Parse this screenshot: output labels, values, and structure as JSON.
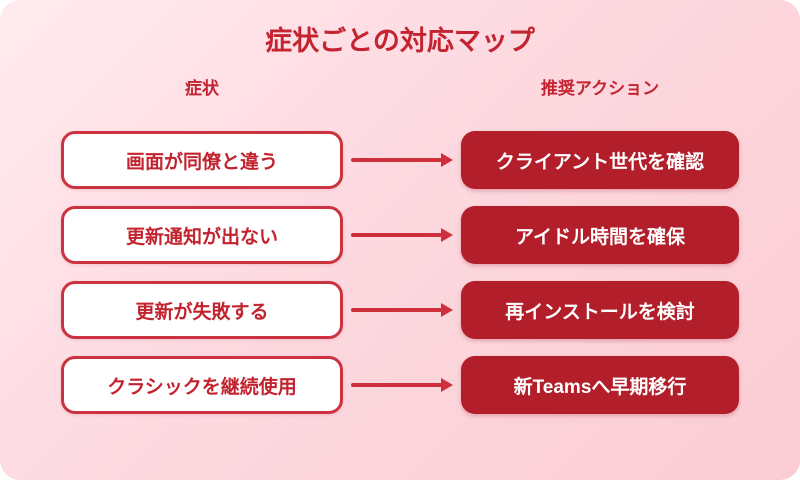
{
  "title": "症状ごとの対応マップ",
  "columns": {
    "left": "症状",
    "right": "推奨アクション"
  },
  "rows": [
    {
      "symptom": "画面が同僚と違う",
      "action": "クライアント世代を確認"
    },
    {
      "symptom": "更新通知が出ない",
      "action": "アイドル時間を確保"
    },
    {
      "symptom": "更新が失敗する",
      "action": "再インストールを検討"
    },
    {
      "symptom": "クラシックを継続使用",
      "action": "新Teamsへ早期移行"
    }
  ],
  "colors": {
    "background_gradient_from": "#ffebef",
    "background_gradient_to": "#fbccd4",
    "title_text": "#c32430",
    "header_text": "#c32430",
    "symptom_box_background": "#ffffff",
    "symptom_box_border": "#cb3340",
    "symptom_text": "#c2232e",
    "action_box_background": "#b21f2a",
    "action_text": "#ffffff",
    "arrow": "#cf2e3c"
  },
  "icons": {
    "arrow": "arrow-right-icon"
  }
}
